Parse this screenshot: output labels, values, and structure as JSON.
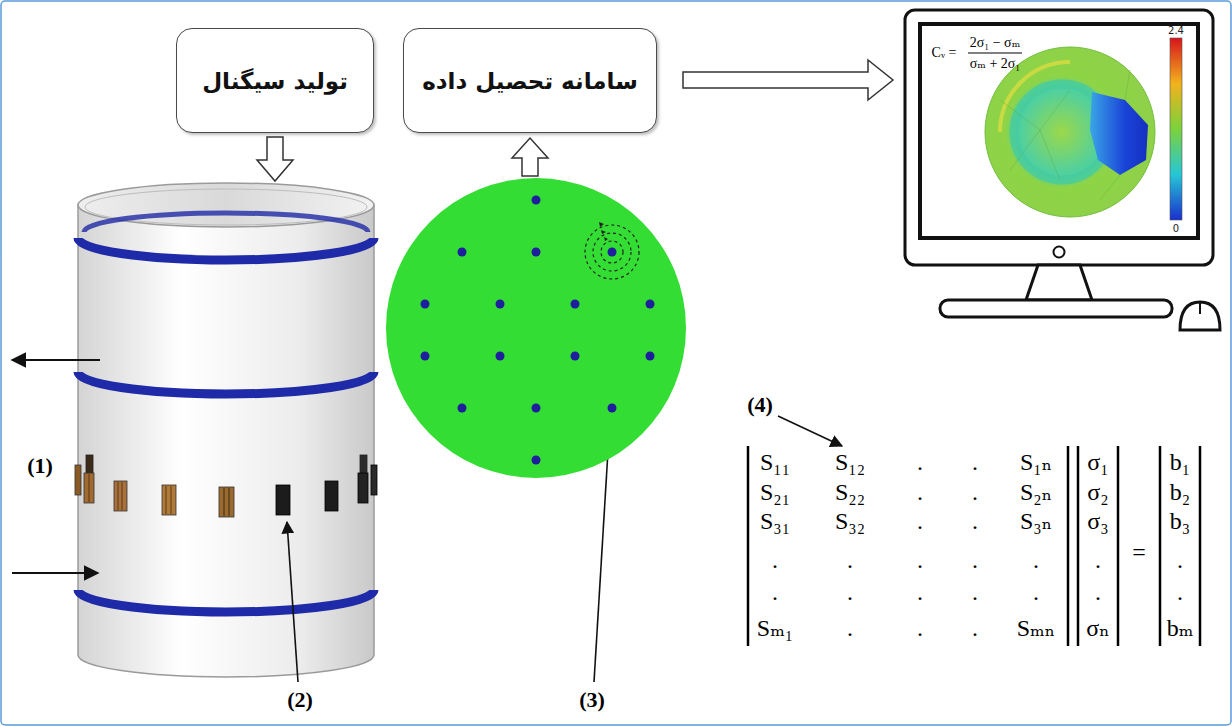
{
  "diagram": {
    "nodes": [
      {
        "text": [
          "تولید سیگنال"
        ]
      },
      {
        "text": [
          "سامانه تحصیل داده"
        ]
      }
    ],
    "labels": [
      "(1)",
      "(2)",
      "(3)",
      "(4)",
      "Cᵥ =",
      "2σ₁ − σₘ",
      "σₘ + 2σ₁",
      "2.4",
      "0",
      "S₁₁",
      "S₁₂",
      ".",
      ".",
      "S₁ₙ",
      "S₂₁",
      "S₂₂",
      ".",
      ".",
      "S₂ₙ",
      "S₃₁",
      "S₃₂",
      ".",
      ".",
      "S₃ₙ",
      ".",
      ".",
      ".",
      ".",
      ".",
      ".",
      ".",
      ".",
      ".",
      ".",
      "Sₘ₁",
      ".",
      ".",
      ".",
      "Sₘₙ",
      "σ₁",
      "σ₂",
      "σ₃",
      ".",
      ".",
      "σₙ",
      "=",
      "b₁",
      "b₂",
      "b₃",
      ".",
      ".",
      "bₘ"
    ]
  }
}
